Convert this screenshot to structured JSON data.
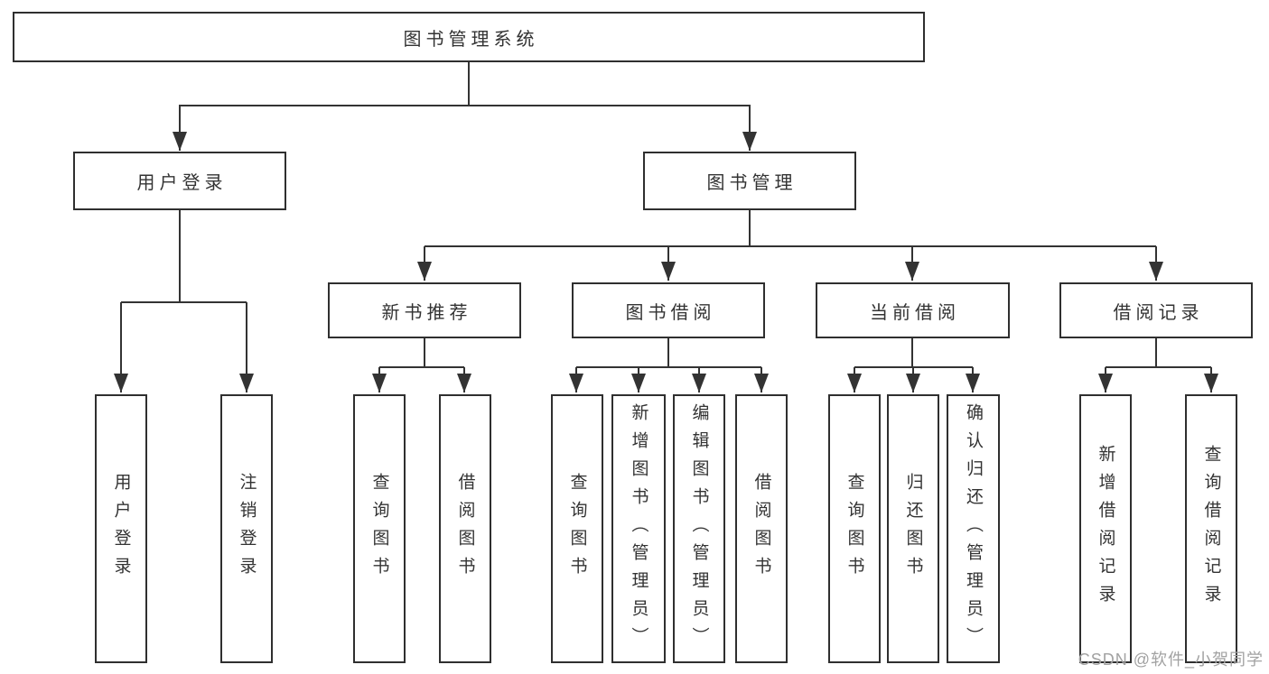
{
  "tree": {
    "root": "图书管理系统",
    "children": [
      {
        "label": "用户登录",
        "children": [
          "用户登录",
          "注销登录"
        ]
      },
      {
        "label": "图书管理",
        "children": [
          {
            "label": "新书推荐",
            "children": [
              "查询图书",
              "借阅图书"
            ]
          },
          {
            "label": "图书借阅",
            "children": [
              "查询图书",
              "新增图书（管理员）",
              "编辑图书（管理员）",
              "借阅图书"
            ]
          },
          {
            "label": "当前借阅",
            "children": [
              "查询图书",
              "归还图书",
              "确认归还（管理员）"
            ]
          },
          {
            "label": "借阅记录",
            "children": [
              "新增借阅记录",
              "查询借阅记录"
            ]
          }
        ]
      }
    ]
  },
  "watermark": {
    "text": "CSDN @软件_小贺同学"
  },
  "colors": {
    "line": "#333333",
    "box_border": "#2f2f2f",
    "box_fill": "#ffffff",
    "text": "#333333",
    "watermark": "#a2a2a2",
    "background": "#ffffff"
  }
}
